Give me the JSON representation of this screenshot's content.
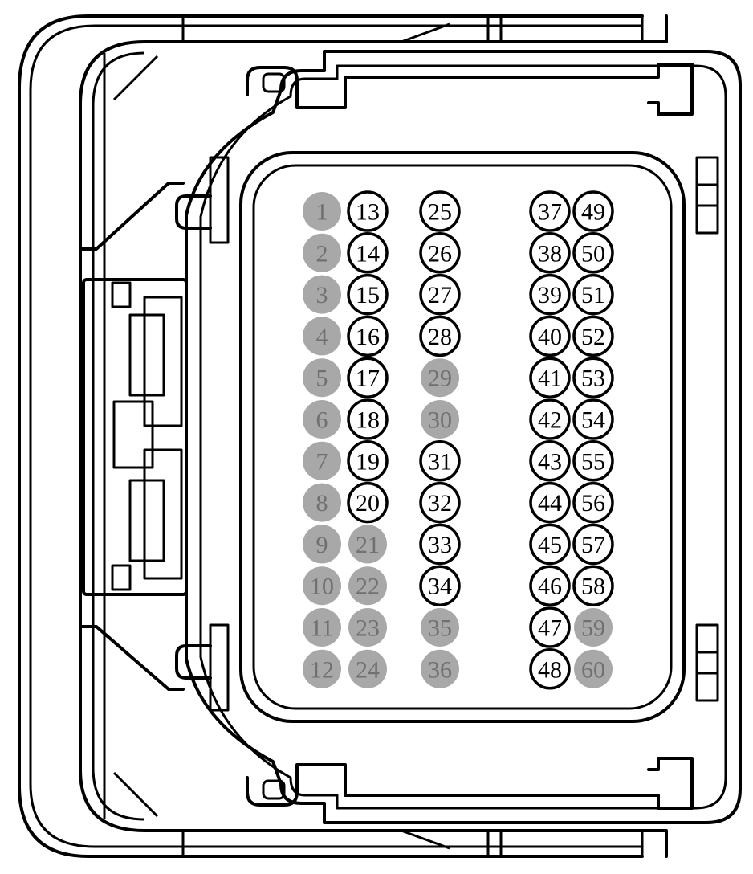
{
  "colors": {
    "populated_outline": "#000000",
    "populated_fill": "#ffffff",
    "empty_fill": "#a8a8a8",
    "empty_text": "#707070"
  },
  "pins": [
    {
      "label": "1",
      "state": "empty"
    },
    {
      "label": "2",
      "state": "empty"
    },
    {
      "label": "3",
      "state": "empty"
    },
    {
      "label": "4",
      "state": "empty"
    },
    {
      "label": "5",
      "state": "empty"
    },
    {
      "label": "6",
      "state": "empty"
    },
    {
      "label": "7",
      "state": "empty"
    },
    {
      "label": "8",
      "state": "empty"
    },
    {
      "label": "9",
      "state": "empty"
    },
    {
      "label": "10",
      "state": "empty"
    },
    {
      "label": "11",
      "state": "empty"
    },
    {
      "label": "12",
      "state": "empty"
    },
    {
      "label": "13",
      "state": "populated"
    },
    {
      "label": "14",
      "state": "populated"
    },
    {
      "label": "15",
      "state": "populated"
    },
    {
      "label": "16",
      "state": "populated"
    },
    {
      "label": "17",
      "state": "populated"
    },
    {
      "label": "18",
      "state": "populated"
    },
    {
      "label": "19",
      "state": "populated"
    },
    {
      "label": "20",
      "state": "populated"
    },
    {
      "label": "21",
      "state": "empty"
    },
    {
      "label": "22",
      "state": "empty"
    },
    {
      "label": "23",
      "state": "empty"
    },
    {
      "label": "24",
      "state": "empty"
    },
    {
      "label": "25",
      "state": "populated"
    },
    {
      "label": "26",
      "state": "populated"
    },
    {
      "label": "27",
      "state": "populated"
    },
    {
      "label": "28",
      "state": "populated"
    },
    {
      "label": "29",
      "state": "empty"
    },
    {
      "label": "30",
      "state": "empty"
    },
    {
      "label": "31",
      "state": "populated"
    },
    {
      "label": "32",
      "state": "populated"
    },
    {
      "label": "33",
      "state": "populated"
    },
    {
      "label": "34",
      "state": "populated"
    },
    {
      "label": "35",
      "state": "empty"
    },
    {
      "label": "36",
      "state": "empty"
    },
    {
      "label": "37",
      "state": "populated"
    },
    {
      "label": "38",
      "state": "populated"
    },
    {
      "label": "39",
      "state": "populated"
    },
    {
      "label": "40",
      "state": "populated"
    },
    {
      "label": "41",
      "state": "populated"
    },
    {
      "label": "42",
      "state": "populated"
    },
    {
      "label": "43",
      "state": "populated"
    },
    {
      "label": "44",
      "state": "populated"
    },
    {
      "label": "45",
      "state": "populated"
    },
    {
      "label": "46",
      "state": "populated"
    },
    {
      "label": "47",
      "state": "populated"
    },
    {
      "label": "48",
      "state": "populated"
    },
    {
      "label": "49",
      "state": "populated"
    },
    {
      "label": "50",
      "state": "populated"
    },
    {
      "label": "51",
      "state": "populated"
    },
    {
      "label": "52",
      "state": "populated"
    },
    {
      "label": "53",
      "state": "populated"
    },
    {
      "label": "54",
      "state": "populated"
    },
    {
      "label": "55",
      "state": "populated"
    },
    {
      "label": "56",
      "state": "populated"
    },
    {
      "label": "57",
      "state": "populated"
    },
    {
      "label": "58",
      "state": "populated"
    },
    {
      "label": "59",
      "state": "empty"
    },
    {
      "label": "60",
      "state": "empty"
    }
  ]
}
